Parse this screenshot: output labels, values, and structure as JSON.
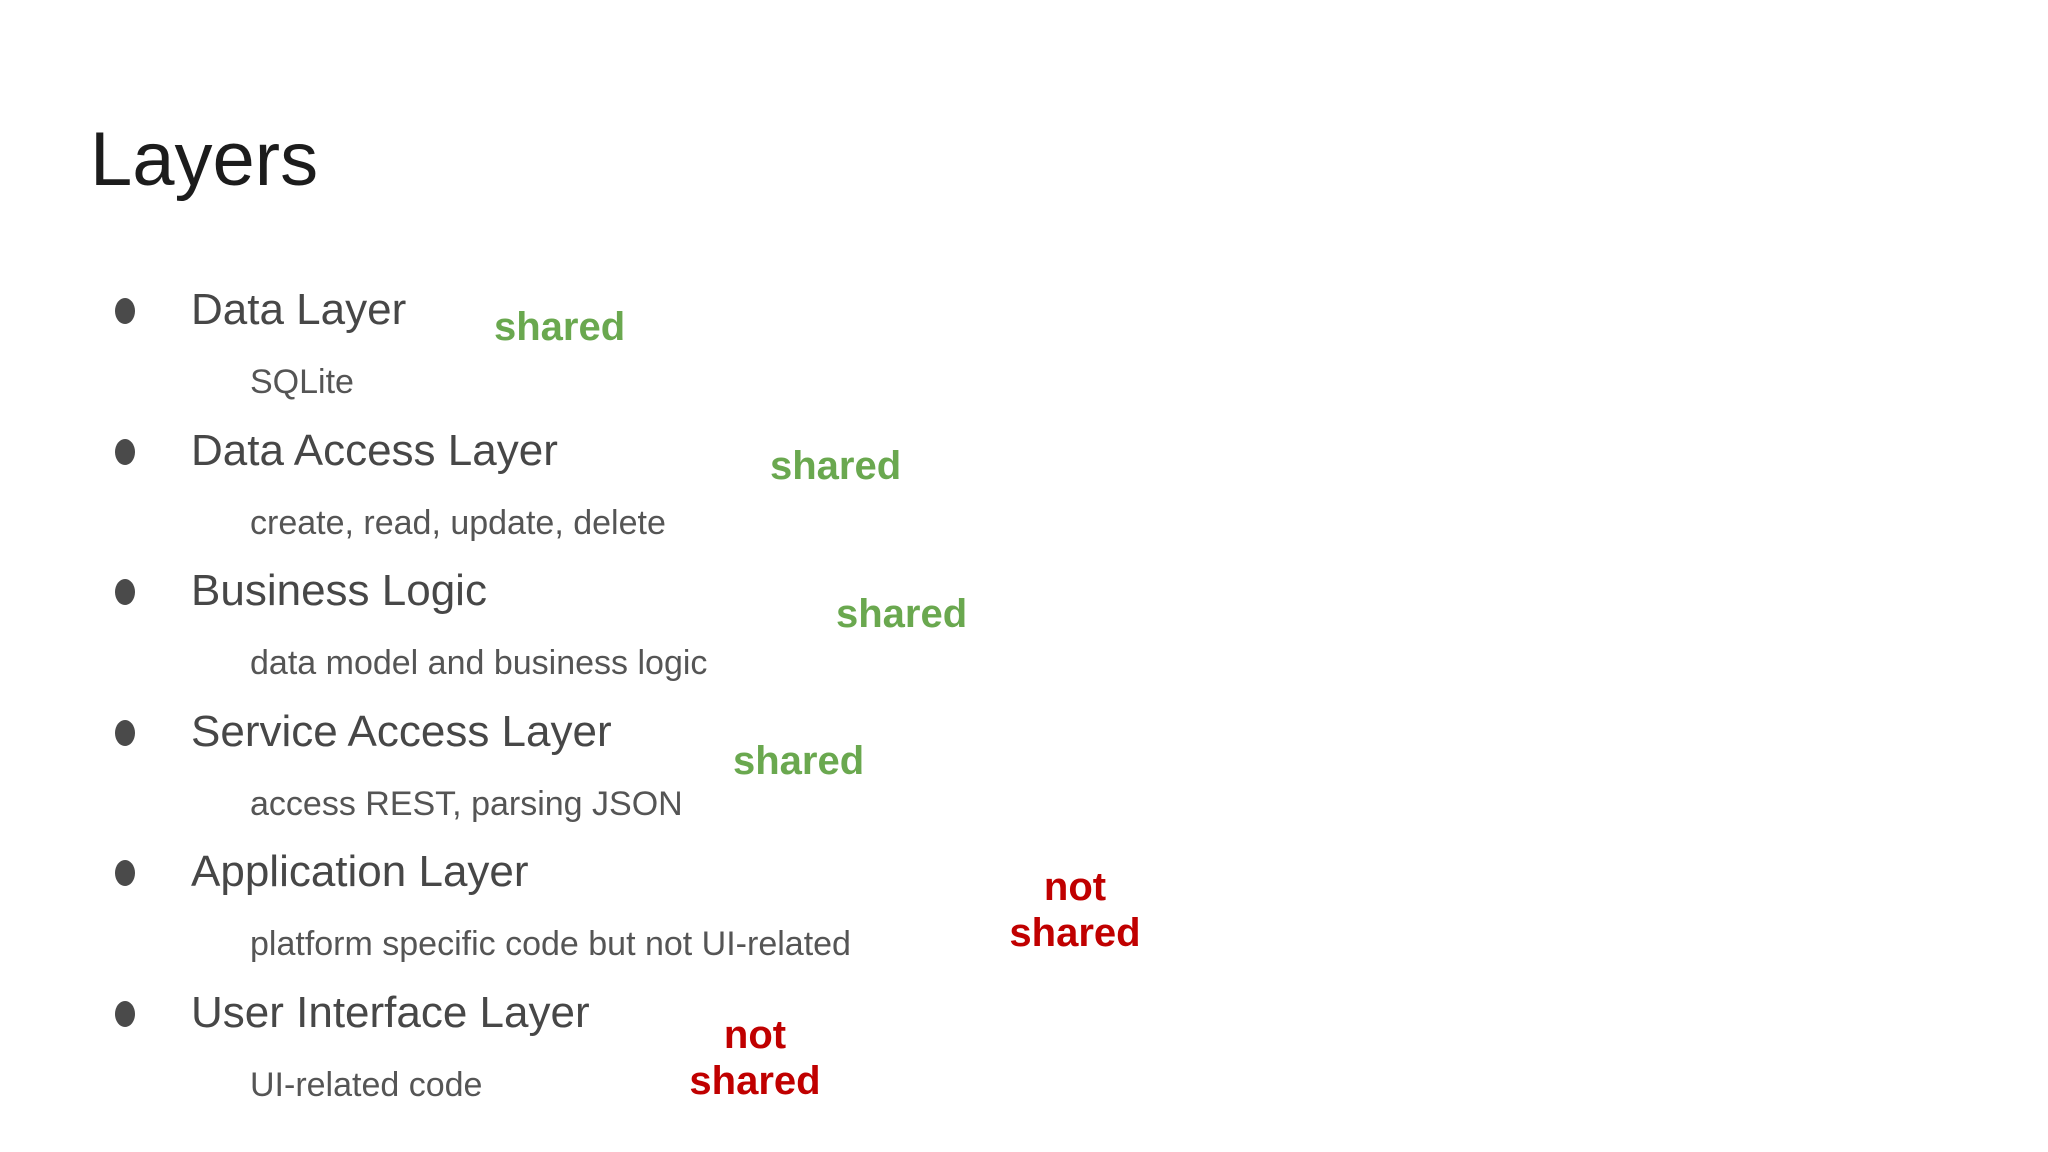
{
  "slide": {
    "title": "Layers",
    "items": [
      {
        "title": "Data Layer",
        "detail": "SQLite",
        "annotation": "shared",
        "status": "shared"
      },
      {
        "title": "Data Access Layer",
        "detail": "create, read, update, delete",
        "annotation": "shared",
        "status": "shared"
      },
      {
        "title": "Business Logic",
        "detail": "data model and business logic",
        "annotation": "shared",
        "status": "shared"
      },
      {
        "title": "Service Access Layer",
        "detail": "access REST, parsing JSON",
        "annotation": "shared",
        "status": "shared"
      },
      {
        "title": "Application Layer",
        "detail": "platform specific code but not UI-related",
        "annotation": "not shared",
        "status": "not-shared"
      },
      {
        "title": "User Interface Layer",
        "detail": "UI-related code",
        "annotation": "not shared",
        "status": "not-shared"
      }
    ],
    "colors": {
      "shared": "#6aa84f",
      "not_shared": "#c00000",
      "heading_text": "#474747",
      "detail_text": "#555555",
      "title_text": "#1c1c1c",
      "background": "#ffffff"
    }
  }
}
